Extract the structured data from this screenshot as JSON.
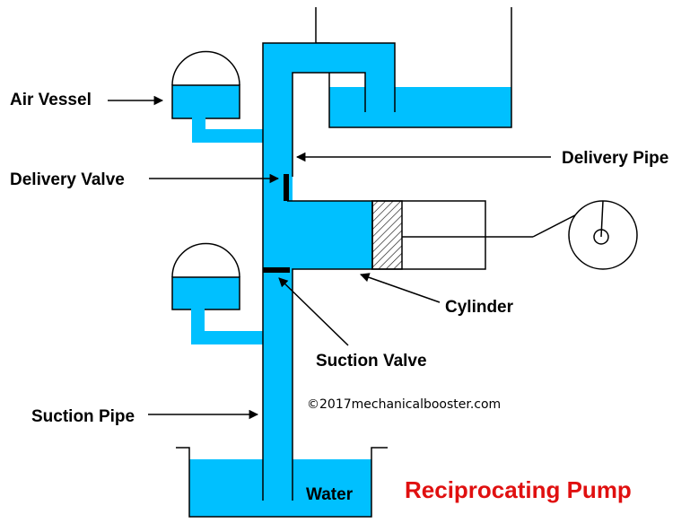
{
  "colors": {
    "water": "#00c0ff",
    "outline": "#000000",
    "title": "#e01010",
    "background": "#ffffff"
  },
  "labels": {
    "air_vessel": "Air Vessel",
    "delivery_valve": "Delivery Valve",
    "delivery_pipe": "Delivery Pipe",
    "cylinder": "Cylinder",
    "suction_valve": "Suction Valve",
    "suction_pipe": "Suction Pipe",
    "water": "Water"
  },
  "copyright": "©2017mechanicalbooster.com",
  "title": "Reciprocating Pump"
}
